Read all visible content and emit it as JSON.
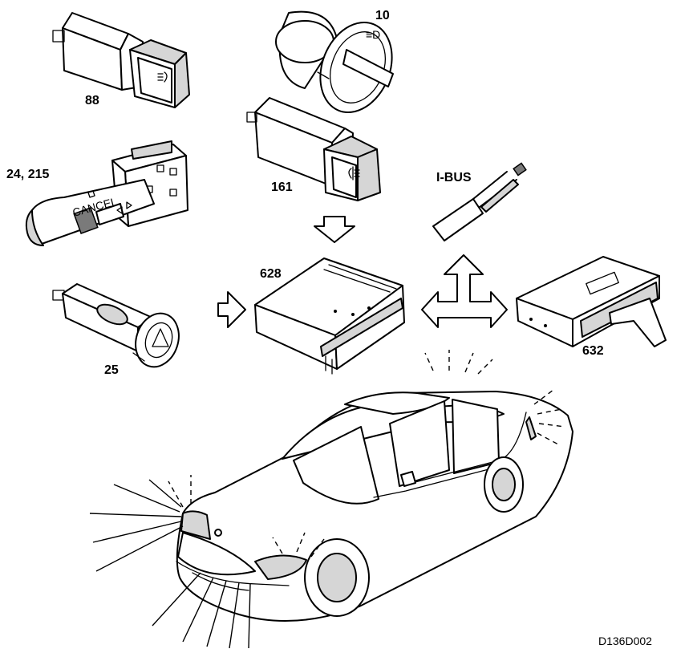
{
  "labels": {
    "fog_light_switch": "88",
    "light_switch": "10",
    "rear_fog_switch": "161",
    "indicator_stalk": "24, 215",
    "hazard_switch": "25",
    "control_module": "628",
    "ibus": "I-BUS",
    "display_module": "632"
  },
  "figure_code": "D136D002",
  "icons": [
    "front-fog-lamp-symbol",
    "rear-fog-lamp-symbol",
    "hazard-triangle-symbol",
    "arrow-right",
    "arrow-down",
    "arrow-left-right",
    "arrow-up"
  ]
}
